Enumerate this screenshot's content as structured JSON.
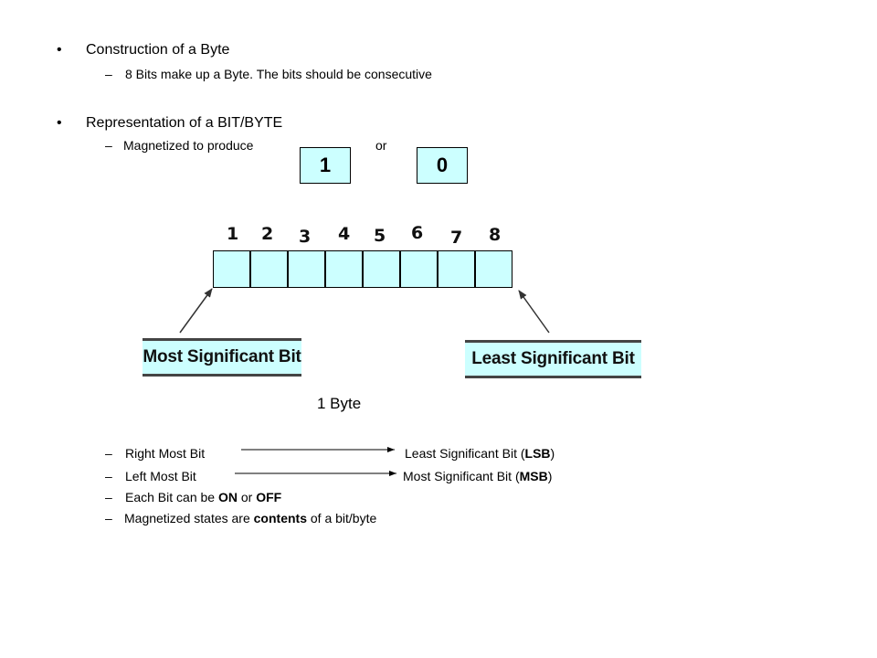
{
  "sections": [
    {
      "heading": "Construction of a Byte",
      "sub": "8 Bits make up a Byte. The bits should be consecutive"
    },
    {
      "heading": "Representation of a BIT/BYTE",
      "sub": "Magnetized to produce",
      "or_text": "or"
    }
  ],
  "value_boxes": [
    "1",
    "0"
  ],
  "byte_diagram": {
    "bit_numbers": [
      "1",
      "2",
      "3",
      "4",
      "5",
      "6",
      "7",
      "8"
    ],
    "msb_label": "Most Significant Bit",
    "lsb_label": "Least Significant Bit",
    "caption": "1 Byte"
  },
  "notes": {
    "right_most": {
      "left": "Right Most Bit",
      "right_pre": "Least Significant Bit (",
      "right_bold": "LSB",
      "right_post": ")"
    },
    "left_most": {
      "left": "Left Most Bit",
      "right_pre": "Most Significant Bit (",
      "right_bold": "MSB",
      "right_post": ")"
    },
    "on_off": {
      "pre": "Each Bit can be ",
      "on": "ON",
      "mid": " or ",
      "off": "OFF"
    },
    "contents": {
      "pre": "Magnetized states are ",
      "bold": "contents",
      "post": " of a bit/byte"
    }
  },
  "colors": {
    "box_fill": "#ccffff"
  }
}
